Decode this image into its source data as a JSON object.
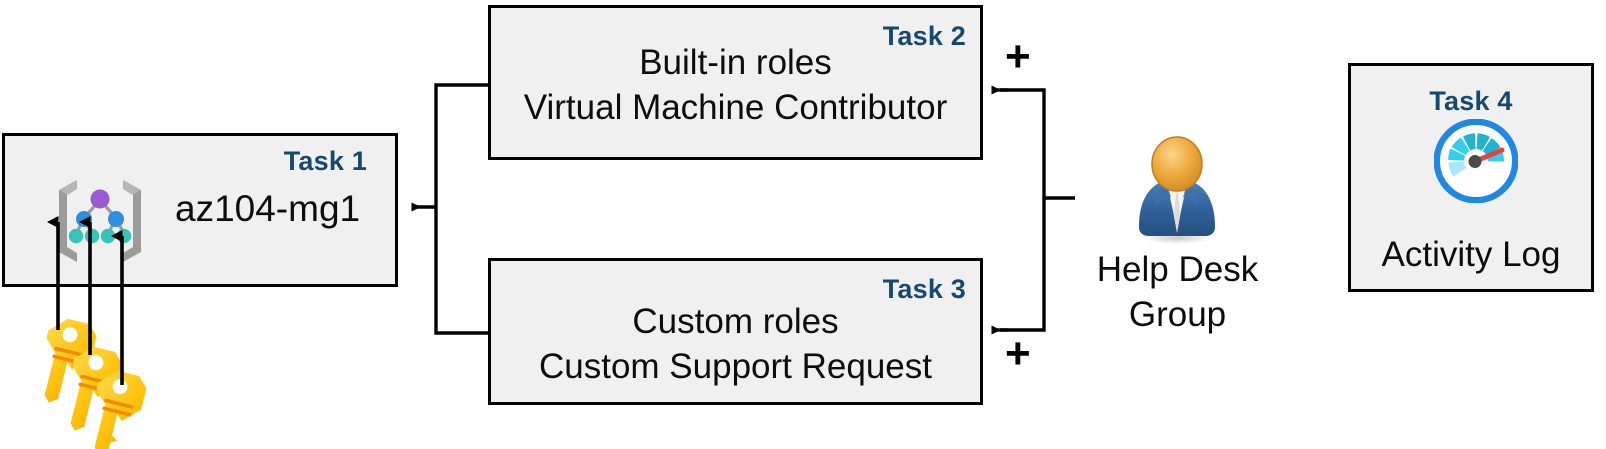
{
  "diagram": {
    "title": "Azure RBAC task diagram",
    "accent_color": "#15496f",
    "box_fill": "#f0f0f0",
    "box_border": "#000000"
  },
  "tasks": [
    {
      "id": "task1",
      "label": "Task 1",
      "name": "az104-mg1",
      "icon": "management-group-icon"
    },
    {
      "id": "task2",
      "label": "Task 2",
      "line1": "Built-in roles",
      "line2": "Virtual Machine Contributor"
    },
    {
      "id": "task3",
      "label": "Task 3",
      "line1": "Custom roles",
      "line2": "Custom Support Request"
    },
    {
      "id": "task4",
      "label": "Task 4",
      "name": "Activity Log",
      "icon": "gauge-icon"
    }
  ],
  "actor": {
    "icon": "user-group-icon",
    "line1": "Help Desk",
    "line2": "Group"
  },
  "operators": {
    "plus_top": "+",
    "plus_bottom": "+"
  },
  "icons": {
    "keys": "keys-icon",
    "management_group": "management-group-icon",
    "gauge": "gauge-icon",
    "user": "user-group-icon"
  },
  "colors": {
    "task_label": "#15496f",
    "gauge_ring": "#1f88e5",
    "gauge_needle": "#e8413c",
    "gauge_hub": "#4a4a4a",
    "gauge_segment_dark": "#22b3cf",
    "gauge_segment_mid": "#35cdee",
    "gauge_segment_light": "#a9e7fb",
    "key_yellow": "#ffc20e",
    "key_yellow_light": "#ffd740",
    "mg_bracket": "#9b9b9b",
    "mg_node_top": "#9a5bd0",
    "mg_node_mid": "#2a8fe0",
    "mg_node_leaf": "#35c4b5",
    "person_head": "#e8a33d",
    "person_body": "#2f6099"
  }
}
